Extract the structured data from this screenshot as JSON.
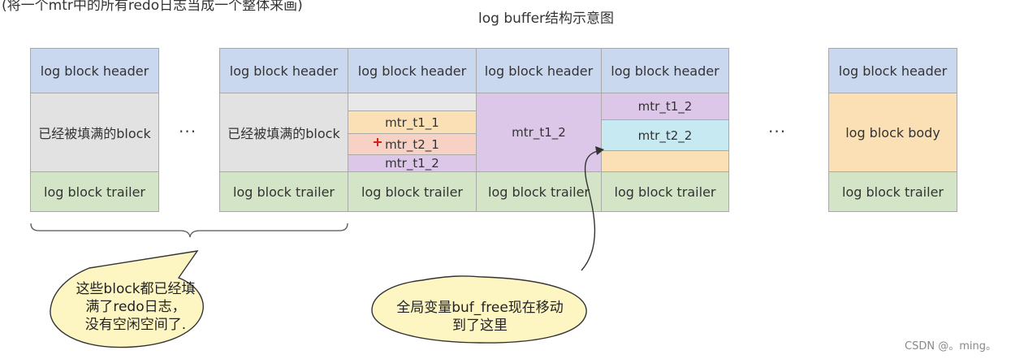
{
  "top_note": "(将一个mtr中的所有redo日志当成一个整体来画)",
  "title": "log buffer结构示意图",
  "labels": {
    "header": "log block header",
    "filled": "已经被填满的block",
    "trailer": "log block trailer",
    "body": "log block body",
    "mtr_t1_1": "mtr_t1_1",
    "mtr_t2_1": "mtr_t2_1",
    "mtr_t1_2": "mtr_t1_2",
    "mtr_t2_2": "mtr_t2_2",
    "ellipsis": "···"
  },
  "colors": {
    "header": "#c9d8ef",
    "filled": "#e2e2e2",
    "trailer": "#d3e4c7",
    "mtr_t1_1": "#fbe0b6",
    "mtr_t2_1": "#f7d2c4",
    "mtr_t1_2": "#dcc7e8",
    "mtr_t2_2": "#c7e9f1",
    "body": "#fbe0b6",
    "bubble": "#fdf6c3"
  },
  "callouts": {
    "left": {
      "line1": "这些block都已经填",
      "line2": "满了redo日志，",
      "line3": "没有空闲空间了."
    },
    "right": {
      "line1": "全局变量buf_free现在移动",
      "line2": "到了这里"
    }
  },
  "watermark": "CSDN @。ming。"
}
